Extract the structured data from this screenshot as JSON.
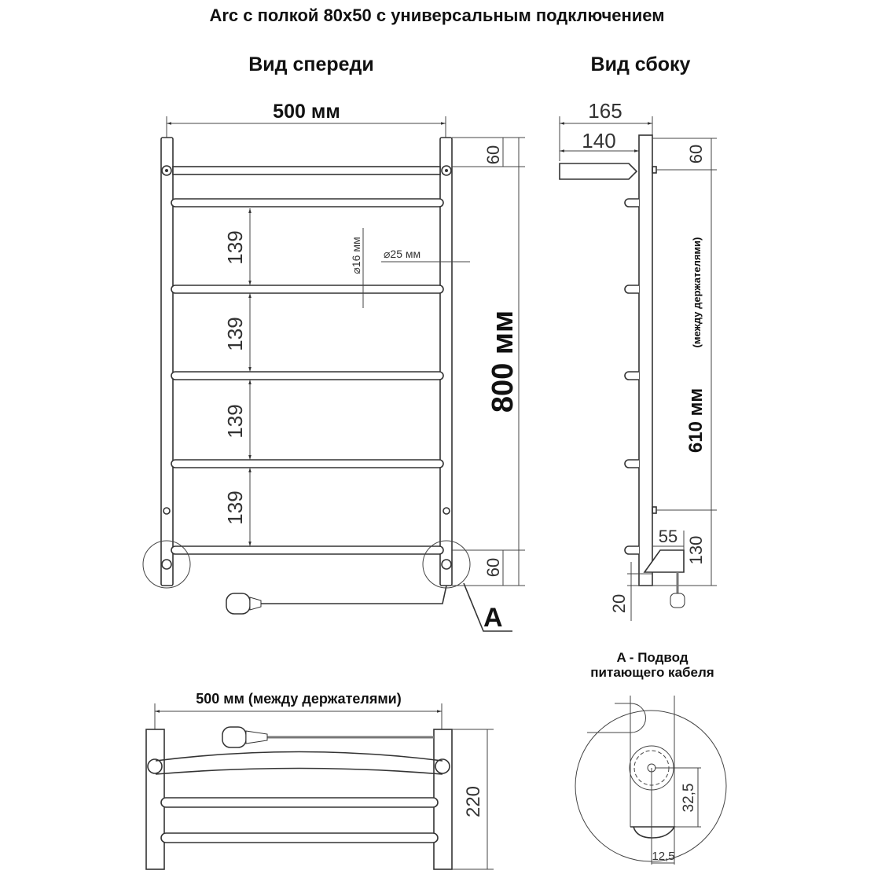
{
  "title": "Arc с полкой 80x50 с универсальным подключением",
  "front": {
    "heading": "Вид спереди",
    "width": "500 мм",
    "height": "800 мм",
    "top_offset": "60",
    "bottom_offset": "60",
    "spacings": [
      "139",
      "139",
      "139",
      "139"
    ],
    "tube_small": "⌀16 мм",
    "tube_large": "⌀25 мм",
    "callout": "A"
  },
  "side": {
    "heading": "Вид сбоку",
    "depth_total": "165",
    "depth_shelf": "140",
    "top_offset": "60",
    "holders": "610 мм",
    "holders_note": "(между держателями)",
    "bottom": "130",
    "outlet": "55",
    "base": "20"
  },
  "top": {
    "width": "500 мм (между держателями)",
    "depth": "220"
  },
  "detail": {
    "title_1": "A - Подвод",
    "title_2": "питающего кабеля",
    "vertical": "32,5",
    "horizontal": "12,5"
  }
}
